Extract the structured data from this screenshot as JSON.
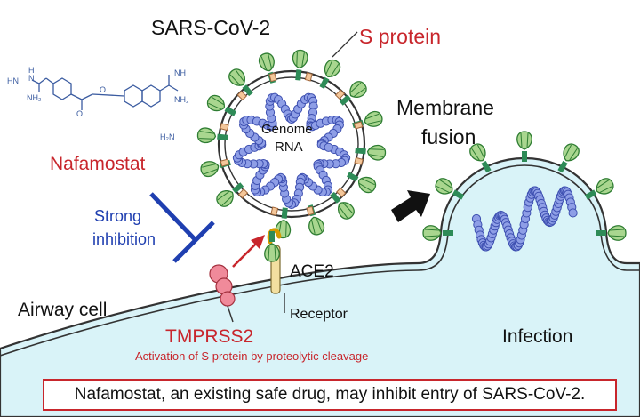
{
  "labels": {
    "virus_title": "SARS-CoV-2",
    "spike": "S protein",
    "genome_line1": "Genome",
    "genome_line2": "RNA",
    "membrane_line1": "Membrane",
    "membrane_line2": "fusion",
    "drug": "Nafamostat",
    "inhibition_line1": "Strong",
    "inhibition_line2": "inhibition",
    "ace2": "ACE2",
    "receptor": "Receptor",
    "airway": "Airway cell",
    "tmprss2": "TMPRSS2",
    "activation": "Activation of S protein by proteolytic cleavage",
    "infection": "Infection",
    "caption": "Nafamostat, an existing safe drug, may inhibit entry of SARS-CoV-2."
  },
  "molecule": {
    "a1": "HN",
    "a2": "H",
    "a3": "N",
    "a4": "NH₂",
    "a5": "O",
    "a6": "O",
    "a7": "NH",
    "a8": "H₂N",
    "a9": "NH₂"
  },
  "colors": {
    "accent_red": "#c8262c",
    "inhibition_blue": "#1f3fb0",
    "cell_fill": "#d9f3f8",
    "rna_blue": "#8e9ee6",
    "spike_green": "#a9d68f",
    "molecule_blue": "#3a5ba0"
  }
}
